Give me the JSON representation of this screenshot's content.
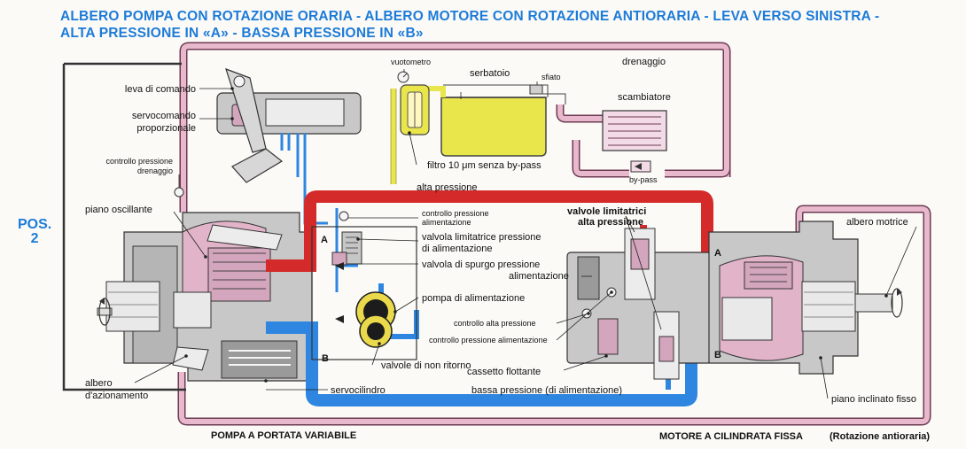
{
  "title": {
    "line1": "ALBERO POMPA CON ROTAZIONE ORARIA - ALBERO MOTORE CON ROTAZIONE ANTIORARIA - LEVA VERSO SINISTRA -",
    "line2": "ALTA PRESSIONE IN «A» - BASSA PRESSIONE IN «B»"
  },
  "pos": {
    "line1": "POS.",
    "line2": "2"
  },
  "colors": {
    "title_blue": "#1d7bd8",
    "high_pressure_red": "#d42a2a",
    "low_pressure_blue": "#2f86e0",
    "drain_pink": "#e8b8cc",
    "reservoir_yellow": "#e9e64b",
    "housing_grey": "#c8c8c8"
  },
  "labels": {
    "leva_comando": "leva di comando",
    "servocomando_1": "servocomando",
    "servocomando_2": "proporzionale",
    "controllo_drenaggio_1": "controllo pressione",
    "controllo_drenaggio_2": "drenaggio",
    "piano_oscillante": "piano oscillante",
    "albero_azionamento_1": "albero",
    "albero_azionamento_2": "d'azionamento",
    "vuotometro": "vuotometro",
    "serbatoio": "serbatoio",
    "sfiato": "sfiato",
    "drenaggio": "drenaggio",
    "scambiatore": "scambiatore",
    "bypass": "by-pass",
    "filtro": "filtro 10 μm senza by-pass",
    "alta_pressione": "alta pressione",
    "controllo_alimentazione_1": "controllo pressione",
    "controllo_alimentazione_2": "alimentazione",
    "valvola_limitatrice_1": "valvola limitatrice pressione",
    "valvola_limitatrice_2": "di alimentazione",
    "valvola_spurgo_1": "valvola di spurgo pressione",
    "valvola_spurgo_2": "alimentazione",
    "pompa_alimentazione": "pompa di alimentazione",
    "valvole_non_ritorno": "valvole di non ritorno",
    "servocilindro": "servocilindro",
    "bassa_pressione": "bassa pressione (di alimentazione)",
    "valvole_limitatrici_1": "valvole limitatrici",
    "valvole_limitatrici_2": "alta pressione",
    "controllo_alta": "controllo alta pressione",
    "controllo_pressione_alim": "controllo pressione alimentazione",
    "cassetto_flottante": "cassetto flottante",
    "albero_motrice": "albero motrice",
    "piano_inclinato": "piano inclinato fisso",
    "port_a_pump": "A",
    "port_b_pump": "B",
    "port_a_motor": "A",
    "port_b_motor": "B",
    "pompa_portata": "POMPA A PORTATA VARIABILE",
    "motore_cilindrata": "MOTORE A CILINDRATA FISSA",
    "rotazione": "(Rotazione antioraria)"
  }
}
